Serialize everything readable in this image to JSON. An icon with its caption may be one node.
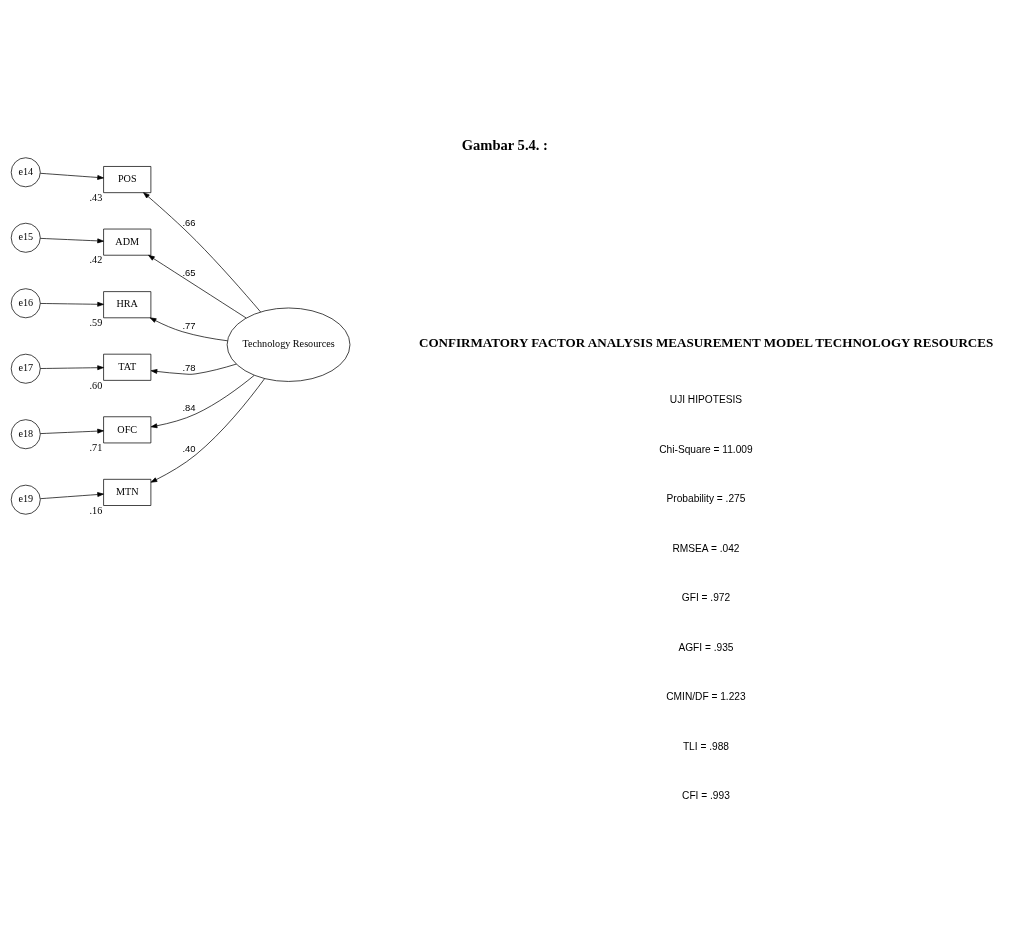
{
  "diagram": {
    "title": "Gambar 5.4. :",
    "nodes": [
      {
        "text": [
          "e14"
        ]
      },
      {
        "text": [
          "POS"
        ],
        "beside": [
          ".43"
        ]
      },
      {
        "text": [
          "e15"
        ]
      },
      {
        "text": [
          "ADM"
        ],
        "beside": [
          ".42"
        ]
      },
      {
        "text": [
          "e16"
        ]
      },
      {
        "text": [
          "HRA"
        ],
        "beside": [
          ".59"
        ]
      },
      {
        "text": [
          "e17"
        ]
      },
      {
        "text": [
          "TAT"
        ],
        "beside": [
          ".60"
        ]
      },
      {
        "text": [
          "e18"
        ]
      },
      {
        "text": [
          "OFC"
        ],
        "beside": [
          ".71"
        ]
      },
      {
        "text": [
          "e19"
        ]
      },
      {
        "text": [
          "MTN"
        ],
        "beside": [
          ".16"
        ]
      },
      {
        "text": [
          "Technology Resources"
        ]
      }
    ],
    "edges": [
      {
        "from": 0,
        "to": 1,
        "arrow": "to"
      },
      {
        "from": 2,
        "to": 3,
        "arrow": "to"
      },
      {
        "from": 4,
        "to": 5,
        "arrow": "to"
      },
      {
        "from": 6,
        "to": 7,
        "arrow": "to"
      },
      {
        "from": 8,
        "to": 9,
        "arrow": "to"
      },
      {
        "from": 10,
        "to": 11,
        "arrow": "to"
      },
      {
        "from": 12,
        "to": 1,
        "arrow": "to",
        "label": ".66"
      },
      {
        "from": 12,
        "to": 3,
        "arrow": "to",
        "label": ".65"
      },
      {
        "from": 12,
        "to": 5,
        "arrow": "to",
        "label": ".77"
      },
      {
        "from": 12,
        "to": 7,
        "arrow": "to",
        "label": ".78"
      },
      {
        "from": 12,
        "to": 9,
        "arrow": "to",
        "label": ".84"
      },
      {
        "from": 12,
        "to": 11,
        "arrow": "to",
        "label": ".40"
      }
    ],
    "labels": [
      "CONFIRMATORY FACTOR ANALYSIS MEASUREMENT MODEL TECHNOLOGY RESOURCES",
      "UJI HIPOTESIS",
      "Chi-Square = 11.009",
      "Probability = .275",
      "RMSEA = .042",
      "GFI = .972",
      "AGFI = .935",
      "CMIN/DF = 1.223",
      "TLI = .988",
      "CFI = .993"
    ]
  }
}
